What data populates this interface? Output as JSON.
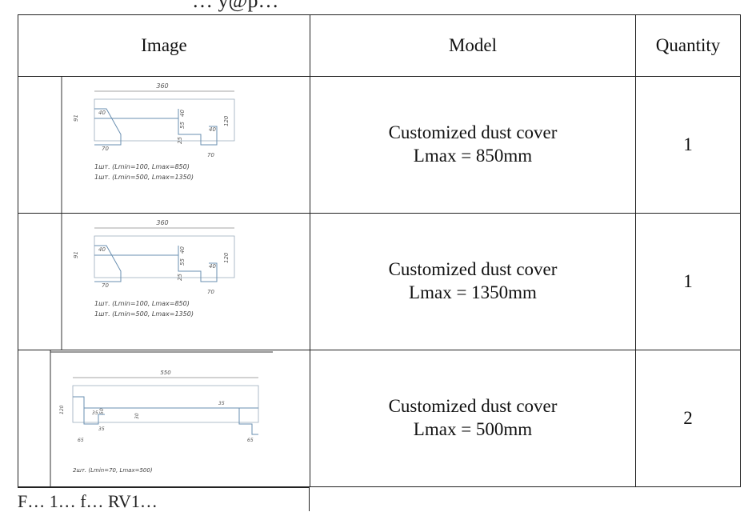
{
  "header_clip": "…                   y@p…",
  "table": {
    "headers": {
      "image": "Image",
      "model": "Model",
      "quantity": "Quantity"
    },
    "rows": [
      {
        "model_line1": "Customized dust cover",
        "model_line2": "Lmax = 850mm",
        "quantity": "1",
        "drawing": {
          "dims": [
            "360",
            "40",
            "40",
            "55",
            "40",
            "120",
            "91",
            "25",
            "70",
            "70"
          ],
          "notes": [
            "1шт. (Lmin=100, Lmax=850)",
            "1шт. (Lmin=500, Lmax=1350)"
          ]
        }
      },
      {
        "model_line1": "Customized dust cover",
        "model_line2": "Lmax = 1350mm",
        "quantity": "1",
        "drawing": {
          "dims": [
            "360",
            "40",
            "40",
            "55",
            "40",
            "120",
            "91",
            "25",
            "70",
            "70"
          ],
          "notes": [
            "1шт. (Lmin=100, Lmax=850)",
            "1шт. (Lmin=500, Lmax=1350)"
          ]
        }
      },
      {
        "model_line1": "Customized dust cover",
        "model_line2": "Lmax = 500mm",
        "quantity": "2",
        "drawing": {
          "dims": [
            "550",
            "35",
            "50",
            "30",
            "35",
            "35",
            "120",
            "65",
            "65"
          ],
          "notes": [
            "2шт. (Lmin=70, Lmax=500)"
          ]
        }
      }
    ]
  },
  "footer_clip": "F… 1… f…   RV1…"
}
